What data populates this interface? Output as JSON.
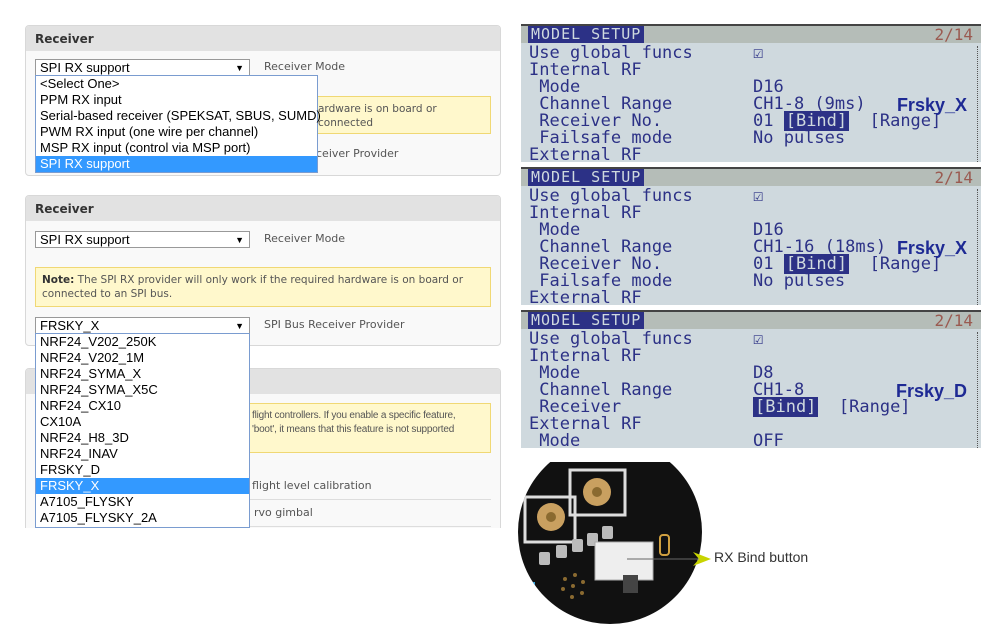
{
  "panel1": {
    "title": "Receiver",
    "select_value": "SPI RX support",
    "field_label": "Receiver Mode",
    "options": [
      "<Select One>",
      "PPM RX input",
      "Serial-based receiver (SPEKSAT, SBUS, SUMD)",
      "PWM RX input (one wire per channel)",
      "MSP RX input (control via MSP port)",
      "SPI RX support"
    ],
    "selected_index": 5,
    "note_fragment": "ardware is on board or connected",
    "provider_fragment": "ceiver Provider"
  },
  "panel2": {
    "title": "Receiver",
    "select_value": "SPI RX support",
    "field_label": "Receiver Mode",
    "note_bold": "Note:",
    "note_text": " The SPI RX provider will only work if the required hardware is on board or connected to an SPI bus.",
    "provider_value": "FRSKY_X",
    "provider_label": "SPI Bus Receiver Provider",
    "options": [
      "NRF24_V202_250K",
      "NRF24_V202_1M",
      "NRF24_SYMA_X",
      "NRF24_SYMA_X5C",
      "NRF24_CX10",
      "CX10A",
      "NRF24_H8_3D",
      "NRF24_INAV",
      "FRSKY_D",
      "FRSKY_X",
      "A7105_FLYSKY",
      "A7105_FLYSKY_2A"
    ],
    "selected_index": 9
  },
  "panel3": {
    "note_line1": "flight controllers. If you enable a specific feature,",
    "note_line2": "'boot', it means that this feature is not supported",
    "item1": "flight level calibration",
    "item2": "rvo gimbal"
  },
  "screens": [
    {
      "title": "MODEL SETUP",
      "page": "2/14",
      "brand": "Frsky_X",
      "brand_row": 3,
      "rows": [
        {
          "label": "Use global funcs",
          "value": "☑"
        },
        {
          "label": "Internal RF",
          "value": ""
        },
        {
          "label": " Mode",
          "value": "D16"
        },
        {
          "label": " Channel Range",
          "value": "CH1-8 (9ms)"
        },
        {
          "label": " Receiver No.",
          "value": "01 ",
          "bind": "[Bind]",
          "range": "  [Range]"
        },
        {
          "label": " Failsafe mode",
          "value": "No pulses"
        },
        {
          "label": "External RF",
          "value": ""
        }
      ]
    },
    {
      "title": "MODEL SETUP",
      "page": "2/14",
      "brand": "Frsky_X",
      "brand_row": 3,
      "rows": [
        {
          "label": "Use global funcs",
          "value": "☑"
        },
        {
          "label": "Internal RF",
          "value": ""
        },
        {
          "label": " Mode",
          "value": "D16"
        },
        {
          "label": " Channel Range",
          "value": "CH1-16 (18ms)"
        },
        {
          "label": " Receiver No.",
          "value": "01 ",
          "bind": "[Bind]",
          "range": "  [Range]"
        },
        {
          "label": " Failsafe mode",
          "value": "No pulses"
        },
        {
          "label": "External RF",
          "value": ""
        }
      ]
    },
    {
      "title": "MODEL SETUP",
      "page": "2/14",
      "brand": "Frsky_D",
      "brand_row": 3,
      "rows": [
        {
          "label": "Use global funcs",
          "value": "☑"
        },
        {
          "label": "Internal RF",
          "value": ""
        },
        {
          "label": " Mode",
          "value": "D8"
        },
        {
          "label": " Channel Range",
          "value": "CH1-8"
        },
        {
          "label": " Receiver",
          "value": "",
          "bind": "[Bind]",
          "range": "  [Range]"
        },
        {
          "label": "External RF",
          "value": ""
        },
        {
          "label": " Mode",
          "value": "OFF"
        }
      ]
    }
  ],
  "photo": {
    "caption": "RX Bind button",
    "arrow_color": "#c8d400"
  }
}
